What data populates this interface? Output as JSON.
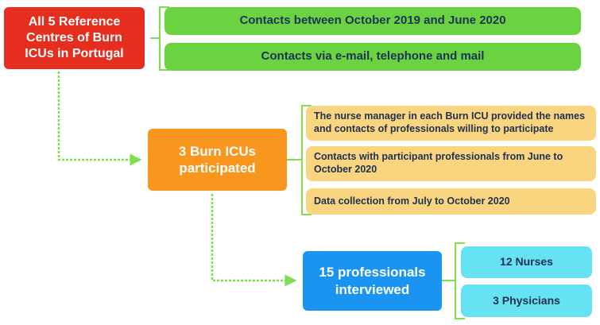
{
  "boxes": {
    "centres": "All 5 Reference Centres of Burn ICUs in Portugal",
    "contacts_period": "Contacts between October 2019 and June 2020",
    "contacts_via": "Contacts via e-mail, telephone and mail",
    "participated": "3 Burn ICUs participated",
    "nurse_manager": "The nurse manager in each Burn ICU provided the names and contacts of professionals willing to participate",
    "contacts_participants": "Contacts with participant professionals from June to October 2020",
    "data_collection": "Data collection from July to October 2020",
    "interviewed": "15 professionals interviewed",
    "nurses": "12 Nurses",
    "physicians": "3 Physicians"
  },
  "colors": {
    "red": "#e52e1e",
    "green": "#6bd341",
    "orange": "#f9961d",
    "yellow": "#fad57f",
    "blue": "#1a94f0",
    "cyan": "#67e2f3",
    "connector": "#7be04c"
  }
}
